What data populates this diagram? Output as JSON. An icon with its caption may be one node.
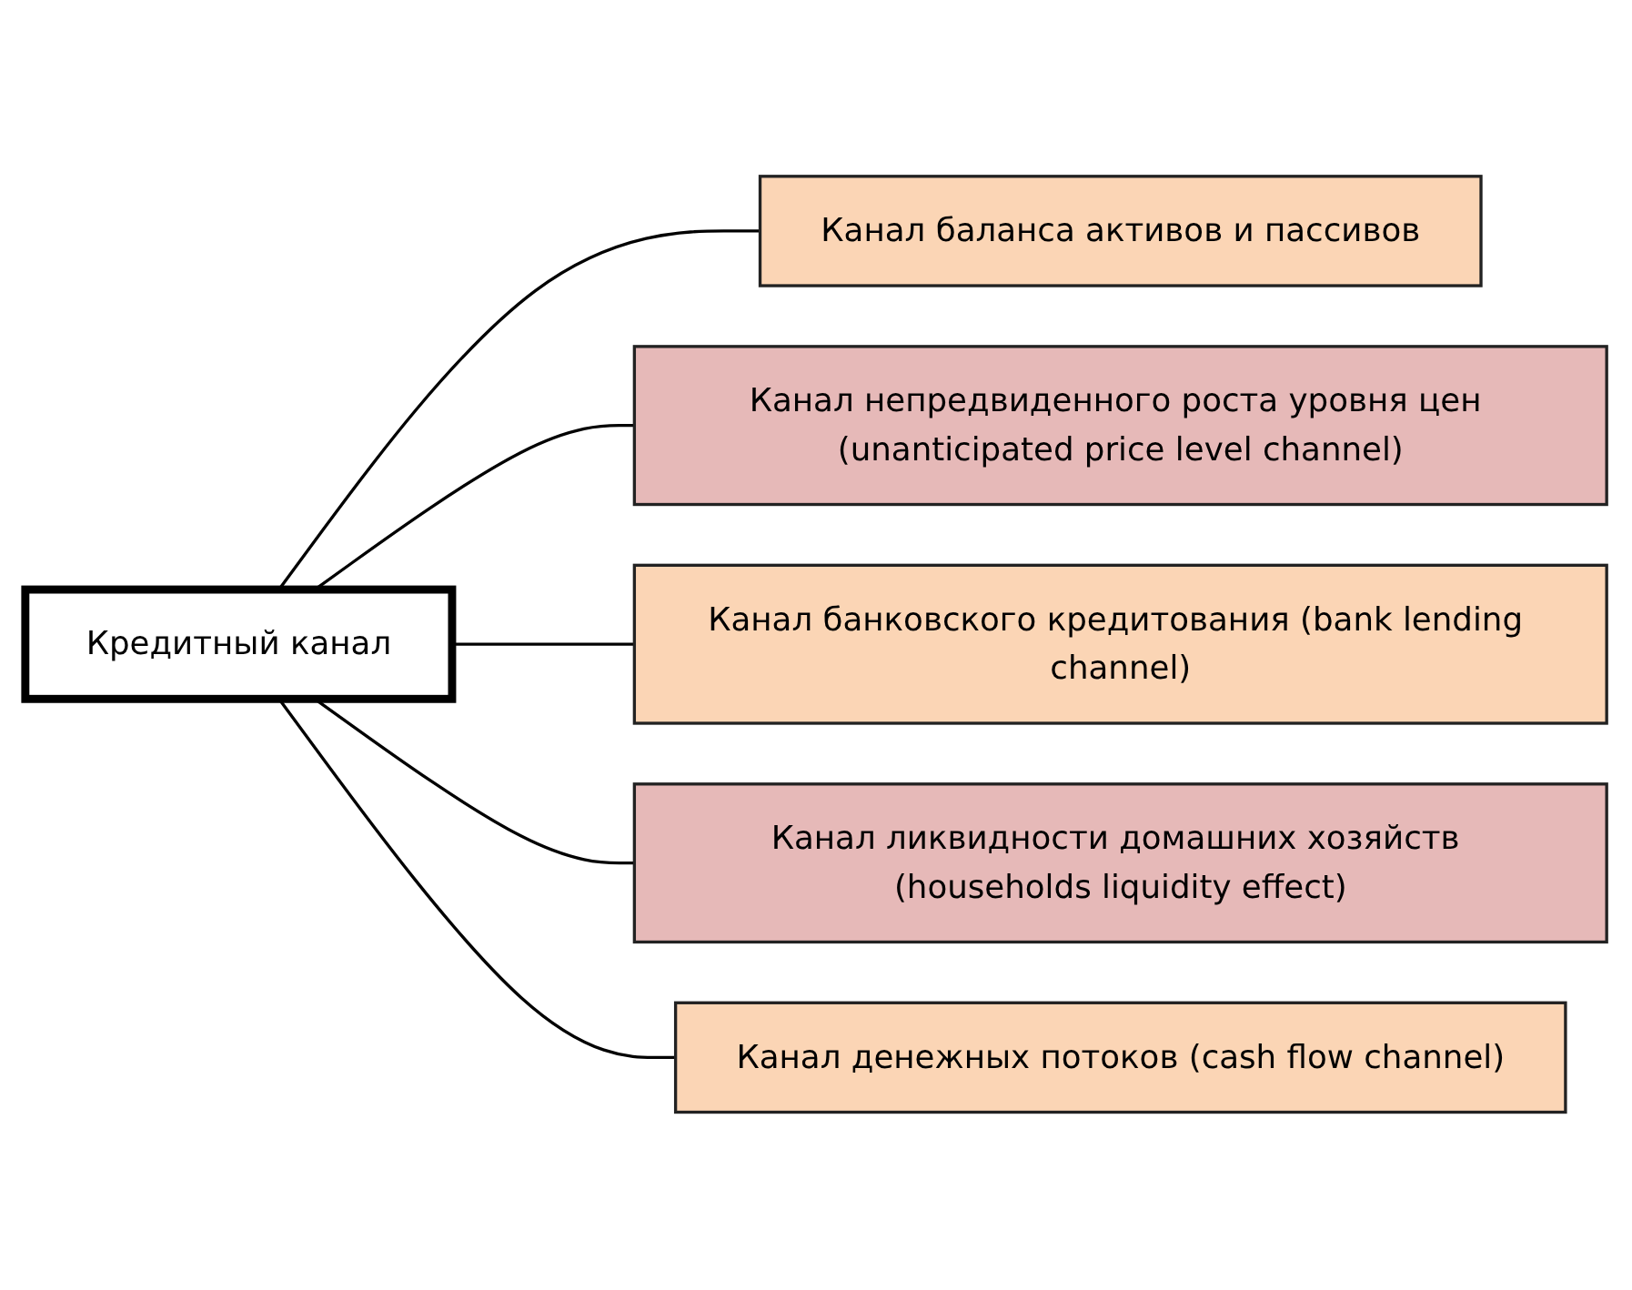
{
  "diagram": {
    "nodes": [
      {
        "text": [
          "Кредитный канал"
        ]
      },
      {
        "text": [
          "Канал баланса активов и пассивов"
        ]
      },
      {
        "text": [
          "Канал непредвиденного роста уровня цен (unanticipated price level channel)"
        ]
      },
      {
        "text": [
          "Канал банковского кредитования (bank lending channel)"
        ]
      },
      {
        "text": [
          "Канал ликвидности домашних хозяйств (households liquidity effect)"
        ]
      },
      {
        "text": [
          "Канал денежных потоков (cash flow channel)"
        ]
      }
    ],
    "edges": [
      {
        "from": 0,
        "to": 1,
        "arrow": "none"
      },
      {
        "from": 0,
        "to": 2,
        "arrow": "none"
      },
      {
        "from": 0,
        "to": 3,
        "arrow": "none"
      },
      {
        "from": 0,
        "to": 4,
        "arrow": "none"
      },
      {
        "from": 0,
        "to": 5,
        "arrow": "none"
      }
    ]
  }
}
